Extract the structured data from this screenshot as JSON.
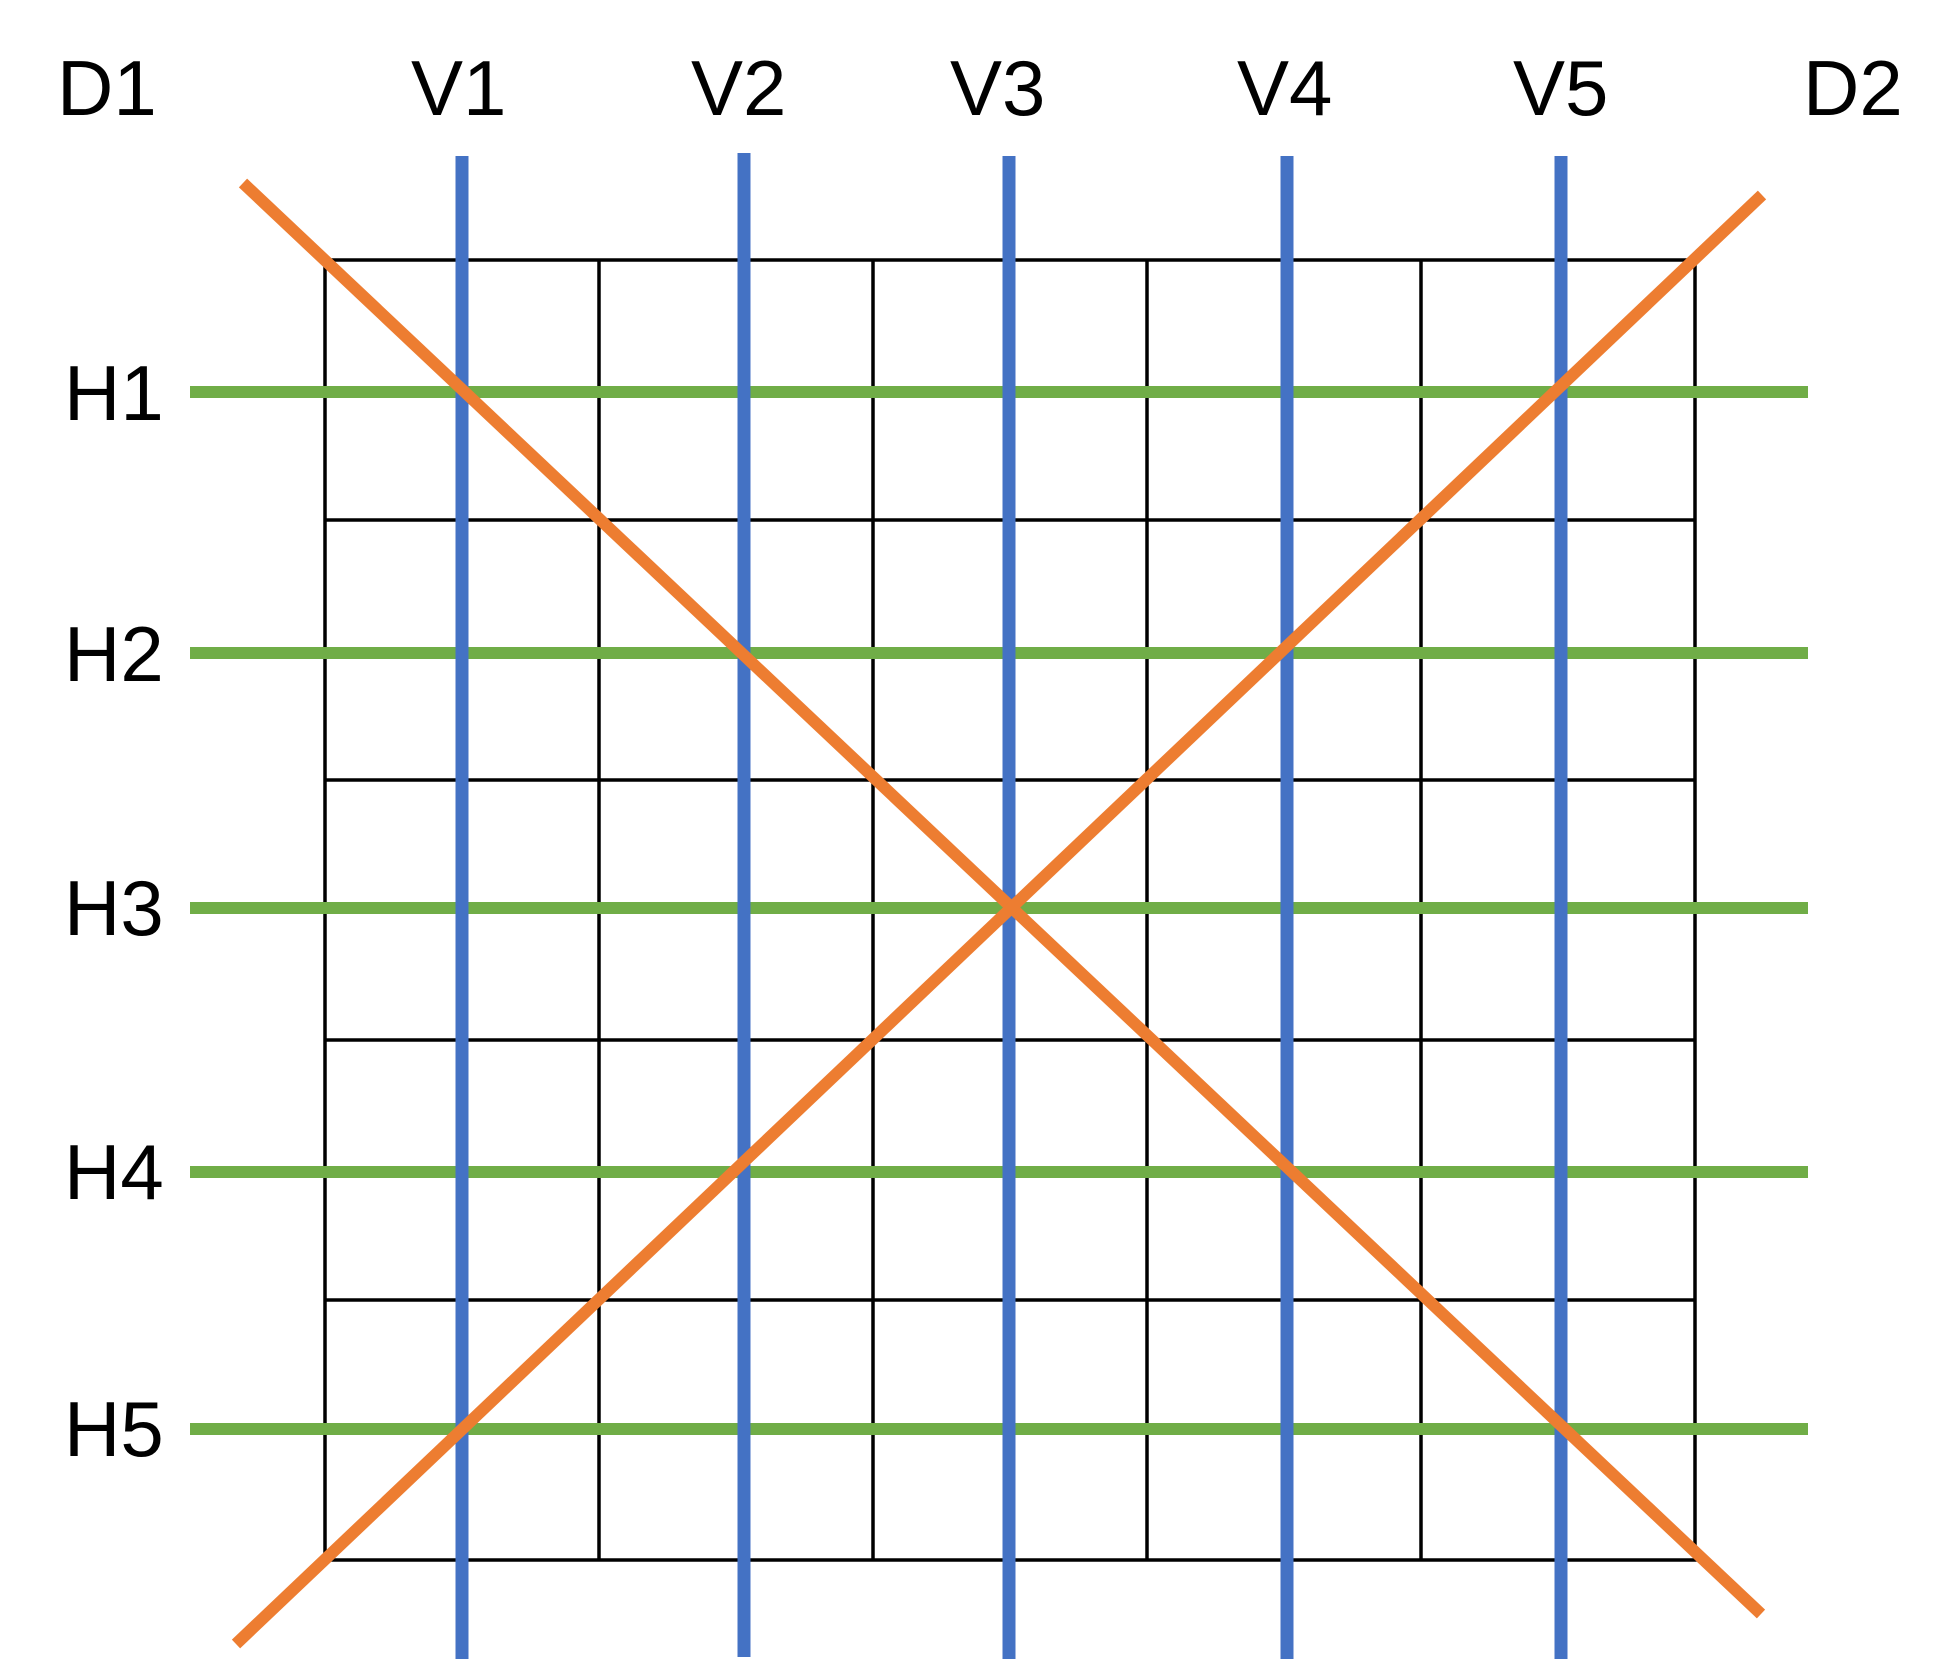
{
  "colors": {
    "vertical": "#4472C4",
    "horizontal": "#70AD47",
    "diagonal": "#ED7D31",
    "grid": "#000000"
  },
  "grid": {
    "rows": 5,
    "cols": 5
  },
  "labels": {
    "d1": "D1",
    "d2": "D2",
    "vertical": [
      "V1",
      "V2",
      "V3",
      "V4",
      "V5"
    ],
    "horizontal": [
      "H1",
      "H2",
      "H3",
      "H4",
      "H5"
    ]
  }
}
